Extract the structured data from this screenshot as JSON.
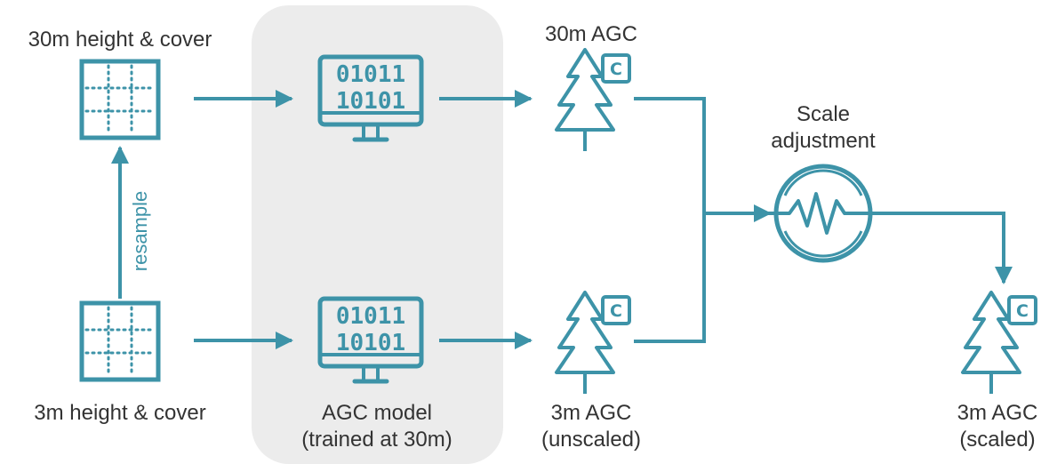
{
  "colors": {
    "accent": "#3d93a8",
    "panel": "#ececec",
    "text": "#333333"
  },
  "inputs": {
    "coarse_label": "30m height & cover",
    "fine_label": "3m height & cover",
    "resample_label": "resample"
  },
  "model": {
    "line1": "AGC model",
    "line2": "(trained at 30m)",
    "code_line1": "01011",
    "code_line2": "10101"
  },
  "outputs": {
    "coarse_agc": "30m AGC",
    "fine_line1": "3m AGC",
    "fine_line2": "(unscaled)",
    "carbon_badge": "C"
  },
  "adjustment": {
    "line1": "Scale",
    "line2": "adjustment"
  },
  "result": {
    "line1": "3m AGC",
    "line2": "(scaled)"
  },
  "icons": [
    "grid-icon",
    "monitor-icon",
    "tree-icon",
    "carbon-badge-icon",
    "gauge-icon"
  ]
}
